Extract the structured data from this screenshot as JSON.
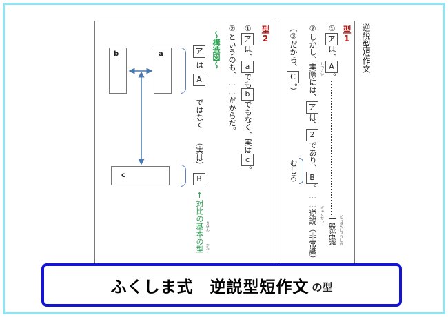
{
  "title_vertical": "逆説型短作文",
  "type1": {
    "label": "型1",
    "s1": {
      "num": "①",
      "box_a": "ア",
      "wa": "は、",
      "box_b": "A",
      "maru": "。",
      "note": "一般常識",
      "note_ruby": "いっぱんじょうしき"
    },
    "s2": {
      "num": "②",
      "lead": "しかし、実際には、",
      "lead_ruby": "じっさい",
      "box_a": "ア",
      "wa": "は、",
      "box_b": "2",
      "deari": "であり、",
      "box_c": "B",
      "tail": "。……",
      "note": "逆説（非常識）",
      "note_ruby": "ぎゃくせつ"
    },
    "s3": {
      "open": "（",
      "num": "③",
      "dakara": "だから、",
      "box": "C",
      "close": "。）"
    },
    "mushiro": "むしろ"
  },
  "type2": {
    "label": "型2",
    "s1": {
      "num": "①",
      "box1": "ア",
      "t1": "は、",
      "box2": "a",
      "t2": "でも",
      "box3": "b",
      "t3": "でもなく、実は",
      "box4": "c",
      "t4": "。"
    },
    "s2": {
      "num": "②",
      "text": "というのも、……だからだ。"
    },
    "structure_title": "～構造図～",
    "structure": {
      "box1": "ア",
      "wa": "は",
      "box2": "A",
      "dewanaku": "ではなく",
      "jitsuwa": "（実は）",
      "box3": "B"
    },
    "caption": "↑対比の基本の型",
    "caption_ruby_kihon": "きほん",
    "caption_ruby_kata": "かた",
    "diagram": {
      "box_b": "b",
      "box_a": "a",
      "box_c": "c"
    }
  },
  "banner": {
    "main": "ふくしま式　逆説型短作文",
    "sub": "の型"
  },
  "colors": {
    "frame": "#8fe4f2",
    "banner_border": "#1414d8",
    "red": "#b01818",
    "green": "#28a050",
    "brace": "#5b7fb8"
  }
}
